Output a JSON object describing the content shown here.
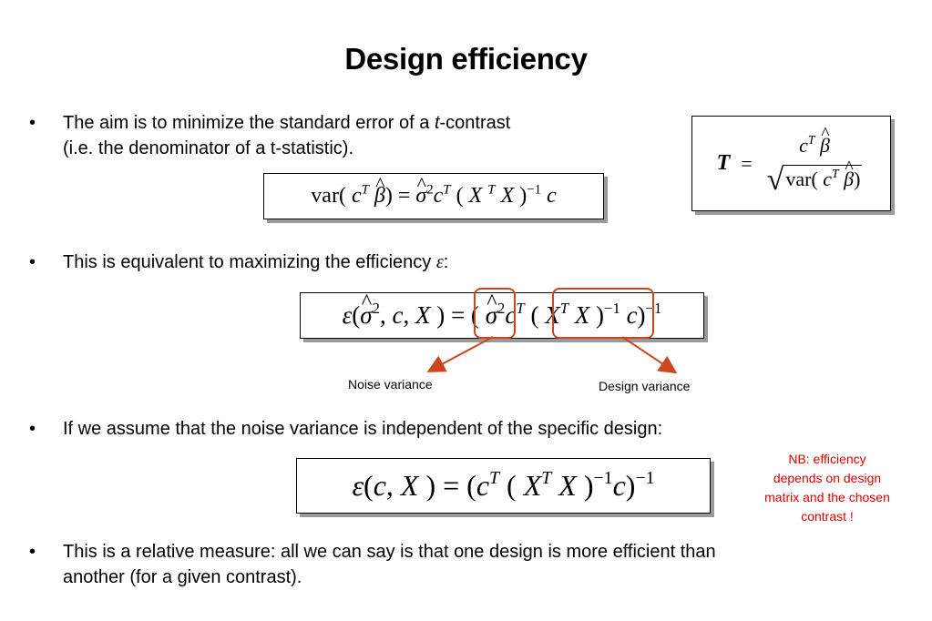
{
  "title": "Design efficiency",
  "bullets": {
    "b1_line1_pre": "The aim is to minimize the standard error of a ",
    "b1_line1_em": "t",
    "b1_line1_post": "-contrast",
    "b1_line2": "(i.e. the denominator of a t-statistic).",
    "b2_pre": "This is equivalent to maximizing the efficiency ",
    "b2_symbol": "ε",
    "b2_post": ":",
    "b3": "If we assume that the noise variance is independent of the specific design:",
    "b4_line1": "This is a relative measure: all we can say is that one design is more efficient than",
    "b4_line2": "another (for a given contrast).",
    "bullet_char": "•"
  },
  "labels": {
    "noise_variance": "Noise variance",
    "design_variance": "Design variance"
  },
  "note": {
    "line1": "NB: efficiency",
    "line2": "depends on design",
    "line3": "matrix and the chosen",
    "line4": "contrast !"
  },
  "colors": {
    "highlight": "#c8471e",
    "note": "#e00000"
  }
}
